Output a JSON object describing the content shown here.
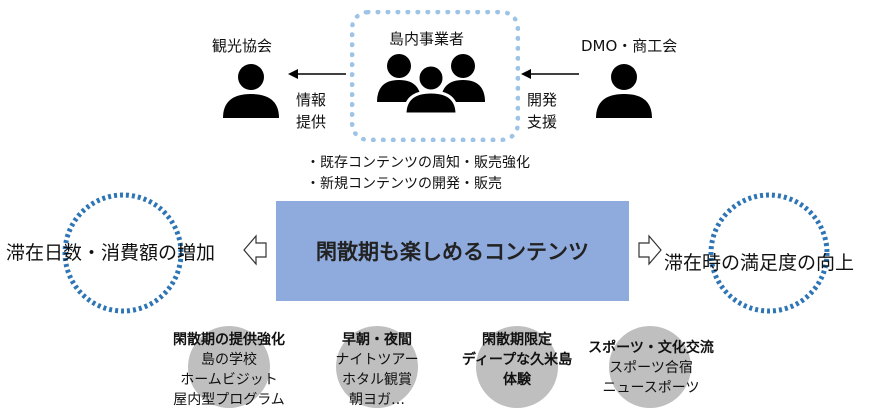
{
  "top": {
    "kanko_label": "観光協会",
    "center_label": "島内事業者",
    "dmo_label": "DMO・商工会",
    "left_arrow_text": [
      "情報",
      "提供"
    ],
    "right_arrow_text": [
      "開発",
      "支援"
    ]
  },
  "bullets": [
    "・既存コンテンツの周知・販売強化",
    "・新規コンテンツの開発・販売"
  ],
  "main": {
    "center_text": "閑散期も楽しめるコンテンツ",
    "left_text": "滞在日数・消費額の増加",
    "right_text": "滞在時の満足度の向上"
  },
  "bottom": [
    {
      "title": "閑散期の提供強化",
      "lines": [
        "島の学校",
        "ホームビジット",
        "屋内型プログラム"
      ]
    },
    {
      "title": "早朝・夜間",
      "lines": [
        "ナイトツアー",
        "ホタル観賞",
        "朝ヨガ…"
      ]
    },
    {
      "title": "閑散期限定",
      "lines": [
        "ディープな久米島",
        "体験"
      ]
    },
    {
      "title": "スポーツ・文化交流",
      "lines": [
        "スポーツ合宿",
        "ニュースポーツ"
      ]
    }
  ],
  "colors": {
    "main_box": "#8faadc",
    "dotted_ring": "#2e75b6",
    "dashed_box": "#9dc3e6",
    "circle_fill": "#bfbfbf"
  },
  "icons": [
    "person-icon",
    "group-icon",
    "arrow-left-icon",
    "hollow-arrow-left-icon",
    "hollow-arrow-right-icon"
  ]
}
